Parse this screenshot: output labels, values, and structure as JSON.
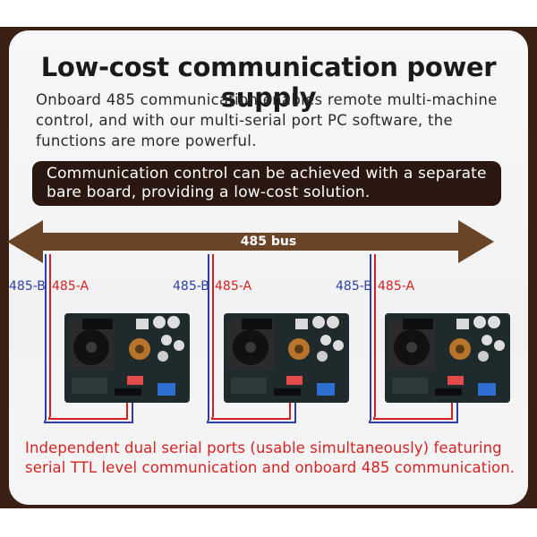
{
  "title": "Low-cost communication power supply",
  "intro": "Onboard 485 communication enables remote multi-machine control, and with our multi-serial port PC software, the functions are more powerful.",
  "callout": "Communication control can be achieved with a separate bare board, providing a low-cost solution.",
  "bus_label": "485 bus",
  "wire_labels": {
    "b": "485-B",
    "a": "485-A"
  },
  "footer_note": "Independent dual serial ports (usable simultaneously) featuring serial TTL level communication and onboard 485 communication.",
  "colors": {
    "frame": "#3a1f14",
    "bus": "#6b4527",
    "wire_b": "#2c3fa8",
    "wire_a": "#d32020",
    "note": "#d42424"
  },
  "boards": [
    {
      "id": 1
    },
    {
      "id": 2
    },
    {
      "id": 3
    }
  ]
}
